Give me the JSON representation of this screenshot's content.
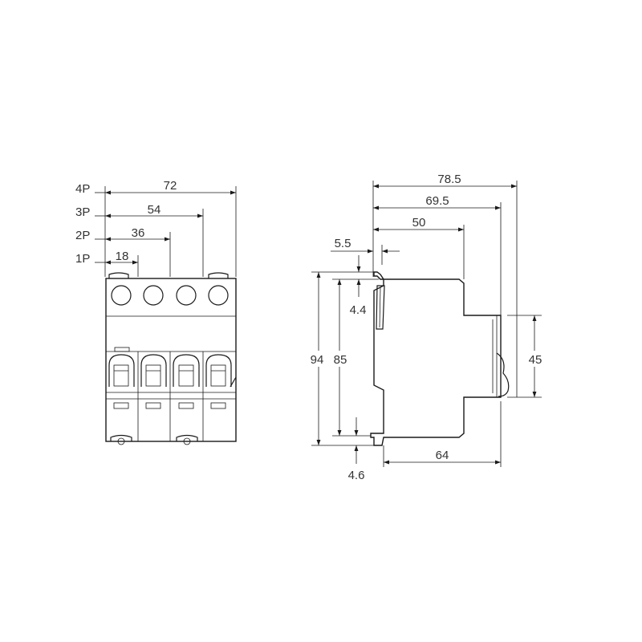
{
  "front_view": {
    "pole_labels": [
      "1P",
      "2P",
      "3P",
      "4P"
    ],
    "width_dims": [
      "18",
      "36",
      "54",
      "72"
    ]
  },
  "side_view": {
    "depth_dims": [
      "78.5",
      "69.5",
      "50"
    ],
    "dim_rail_offset": "5.5",
    "dim_top_clip": "4.4",
    "dim_bottom_clip": "4.6",
    "dim_total_height": "94",
    "dim_body_height": "85",
    "dim_front_height": "45",
    "dim_base_depth": "64"
  },
  "colors": {
    "line": "#1a1a1a",
    "text": "#333333",
    "background": "#ffffff"
  }
}
